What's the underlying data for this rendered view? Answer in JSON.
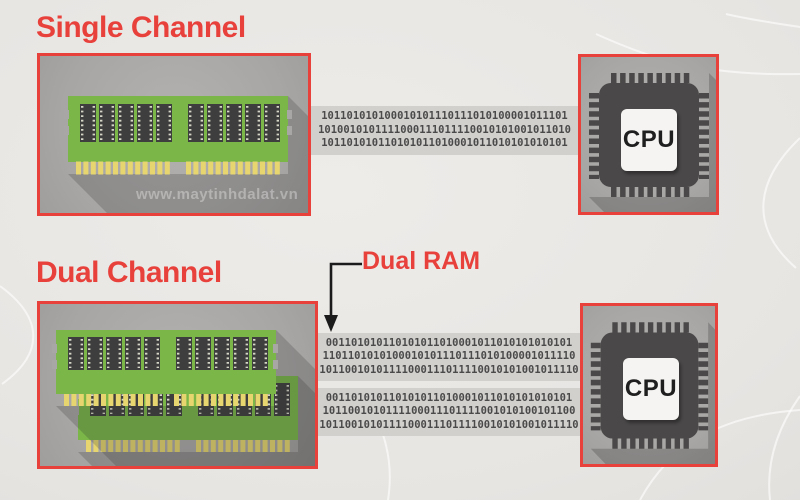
{
  "colors": {
    "accent_red": "#e8413c",
    "board_green": "#7ab648",
    "pin_yellow": "#e7d66f",
    "chip_gray": "#3f3e3e",
    "cpu_dark": "#4a4848",
    "stream_bg": "#d2d0cd"
  },
  "single": {
    "title": "Single Channel",
    "watermark": "www.maytinhdalat.vn",
    "cpu_label": "CPU",
    "stream": [
      "101101010100010101110111010100001011101",
      "1010010101111000111011110010101001011010",
      "101101010110101011010001011010101010101"
    ]
  },
  "dual": {
    "title": "Dual Channel",
    "callout": "Dual RAM",
    "cpu_label": "CPU",
    "stream_a": [
      "001101010110101011010001011010101010101",
      "1101101010100010101110111010100001011110",
      "10110010101111000111011110010101001011110"
    ],
    "stream_b": [
      "001101010110101011010001011010101010101",
      "1011001010111100011101111001010100101100",
      "10110010101111000111011110010101001011110"
    ]
  }
}
